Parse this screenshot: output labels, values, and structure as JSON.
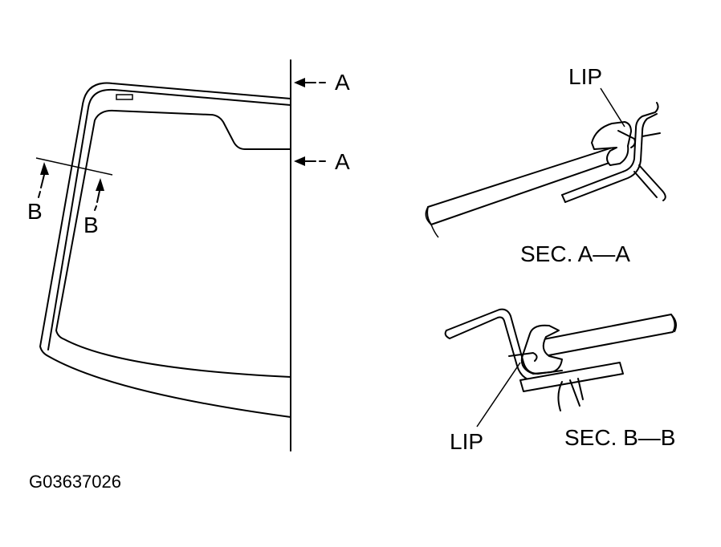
{
  "figure_id": "G03637026",
  "labels": {
    "arrow_top_a": "A",
    "arrow_mid_a": "A",
    "arrow_left_b": "B",
    "arrow_right_b": "B",
    "lip_top": "LIP",
    "lip_bottom": "LIP",
    "section_aa": "SEC. A—A",
    "section_bb": "SEC. B—B"
  },
  "colors": {
    "ink": "#000000",
    "paper": "#ffffff"
  }
}
